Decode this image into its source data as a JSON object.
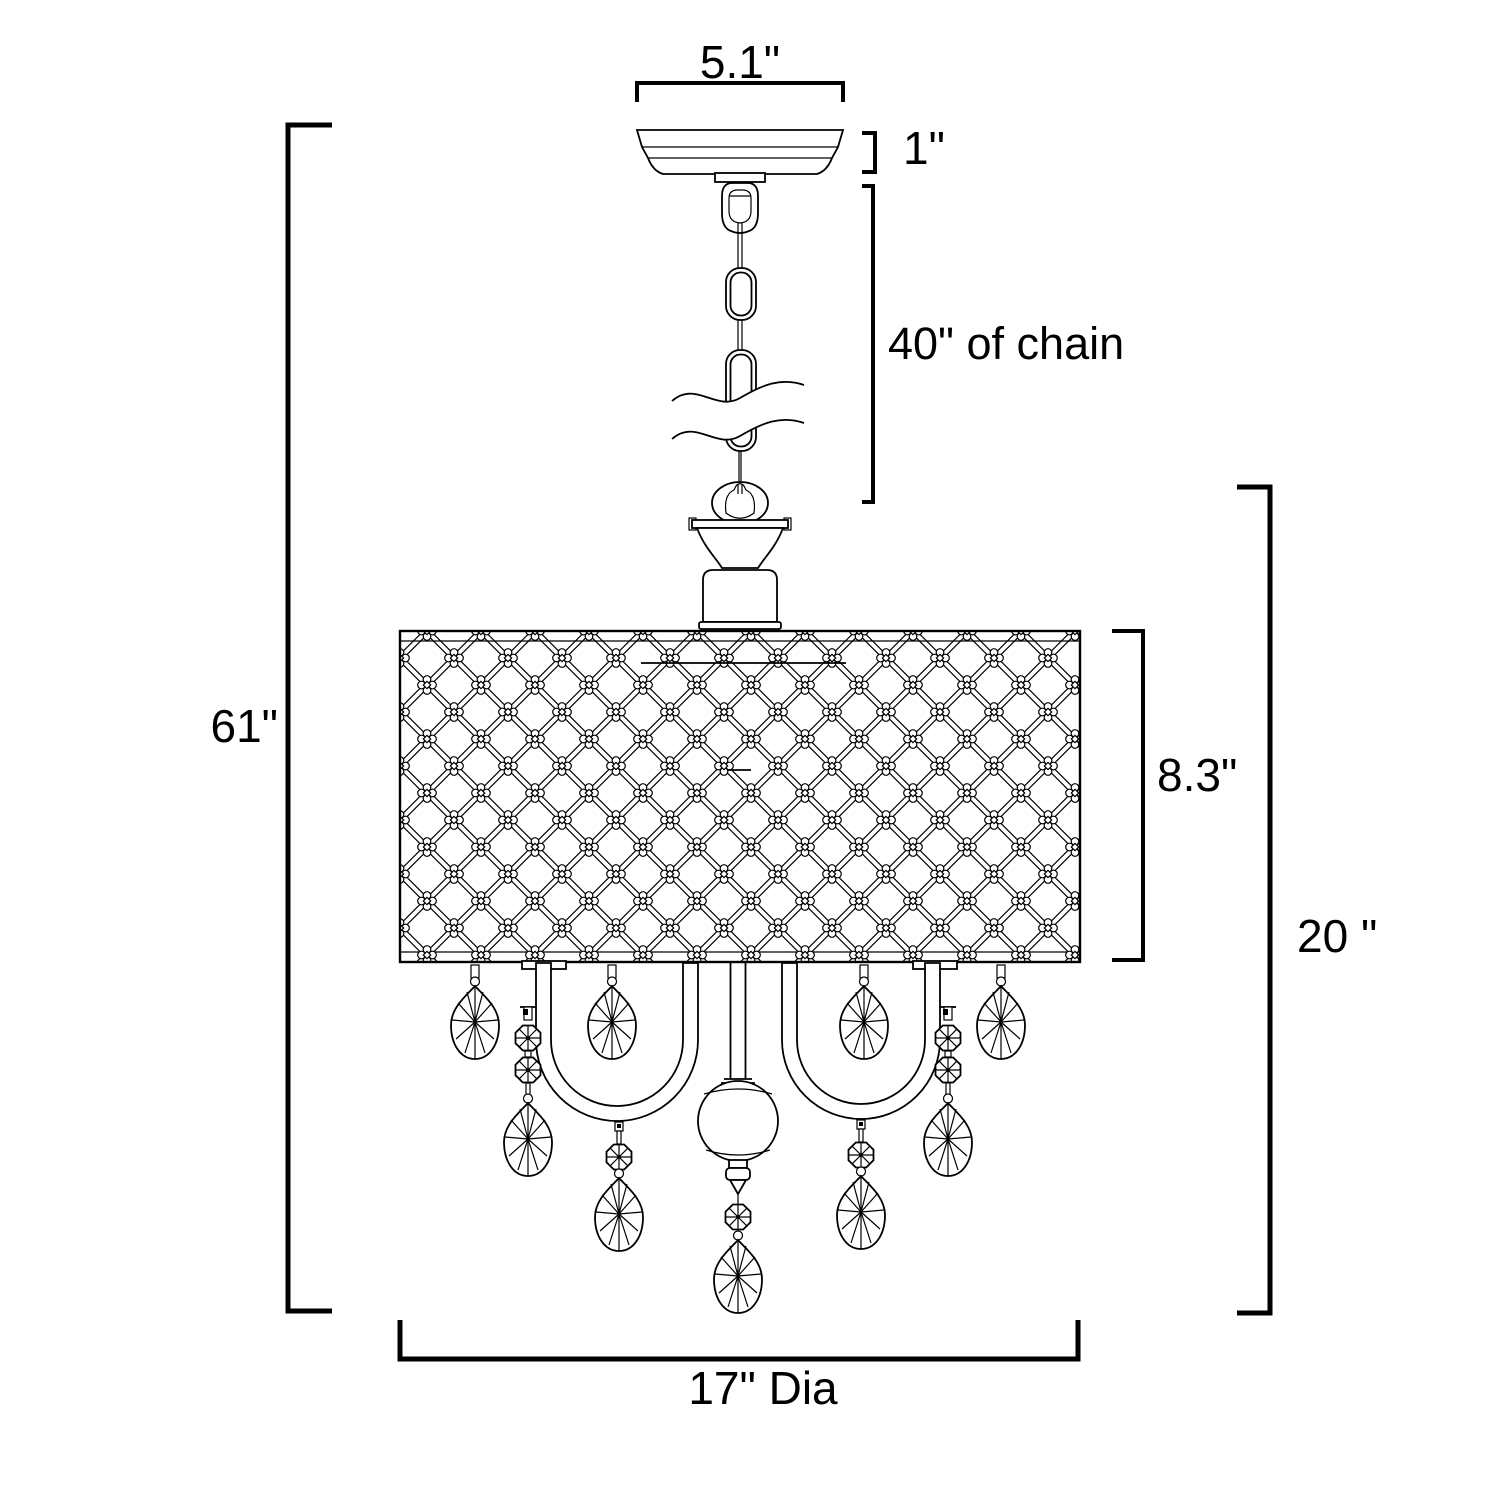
{
  "page": {
    "background": "#ffffff",
    "line_color": "#000000"
  },
  "dimensions": {
    "canopy_width": "5.1\"",
    "canopy_height": "1\"",
    "chain_length": "40\" of chain",
    "overall_height": "61\"",
    "shade_height": "8.3\"",
    "fixture_height": "20 \"",
    "fixture_diameter": "17\" Dia"
  }
}
